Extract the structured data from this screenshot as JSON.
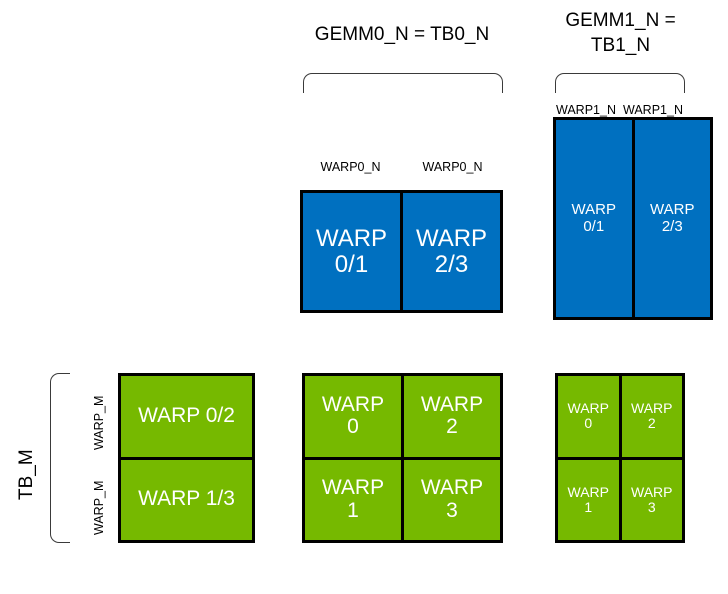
{
  "diagram": {
    "colors": {
      "blue": "#0070C0",
      "green": "#76B900",
      "outline": "#000000",
      "bracket": "#3A3A3A",
      "background": "#FFFFFF"
    },
    "titles": {
      "gemm0": "GEMM0_N = TB0_N",
      "gemm1": "GEMM1_N =\nTB1_N",
      "tb_m": "TB_M"
    },
    "column_labels": {
      "warp0_n_left": "WARP0_N",
      "warp0_n_right": "WARP0_N",
      "warp1_n_left": "WARP1_N",
      "warp1_n_right": "WARP1_N"
    },
    "row_labels": {
      "warp_m_top": "WARP_M",
      "warp_m_bottom": "WARP_M"
    },
    "blocks": [
      {
        "id": "blue-gemm0",
        "color": "blue",
        "rows": 1,
        "cols": 2,
        "cells": [
          "WARP\n0/1",
          "WARP\n2/3"
        ]
      },
      {
        "id": "blue-gemm1",
        "color": "blue",
        "rows": 1,
        "cols": 2,
        "cells": [
          "WARP\n0/1",
          "WARP\n2/3"
        ]
      },
      {
        "id": "green-tbm",
        "color": "green",
        "rows": 2,
        "cols": 1,
        "cells": [
          "WARP 0/2",
          "WARP 1/3"
        ]
      },
      {
        "id": "green-gemm0",
        "color": "green",
        "rows": 2,
        "cols": 2,
        "cells": [
          "WARP\n0",
          "WARP\n2",
          "WARP\n1",
          "WARP\n3"
        ]
      },
      {
        "id": "green-gemm1",
        "color": "green",
        "rows": 2,
        "cols": 2,
        "cells": [
          "WARP\n0",
          "WARP\n2",
          "WARP\n1",
          "WARP\n3"
        ]
      }
    ]
  }
}
